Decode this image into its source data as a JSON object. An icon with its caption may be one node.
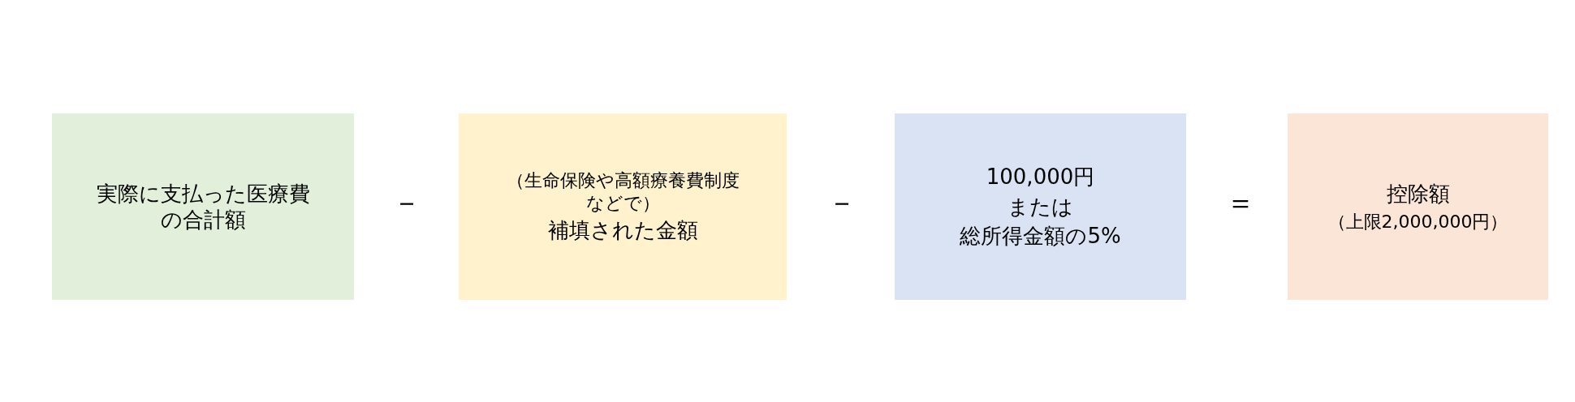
{
  "diagram": {
    "nodes": [
      {
        "text": [
          "実際に支払った医療費の合計額"
        ]
      },
      {
        "text": [
          "（生命保険や高額療養費制度などで）",
          "補填された金額"
        ]
      },
      {
        "text": [
          "100,000円",
          "または",
          "総所得金額の5%"
        ]
      },
      {
        "text": [
          "控除額",
          "（上限2,000,000円）"
        ]
      }
    ],
    "labels": [
      "－",
      "－",
      "＝"
    ]
  }
}
